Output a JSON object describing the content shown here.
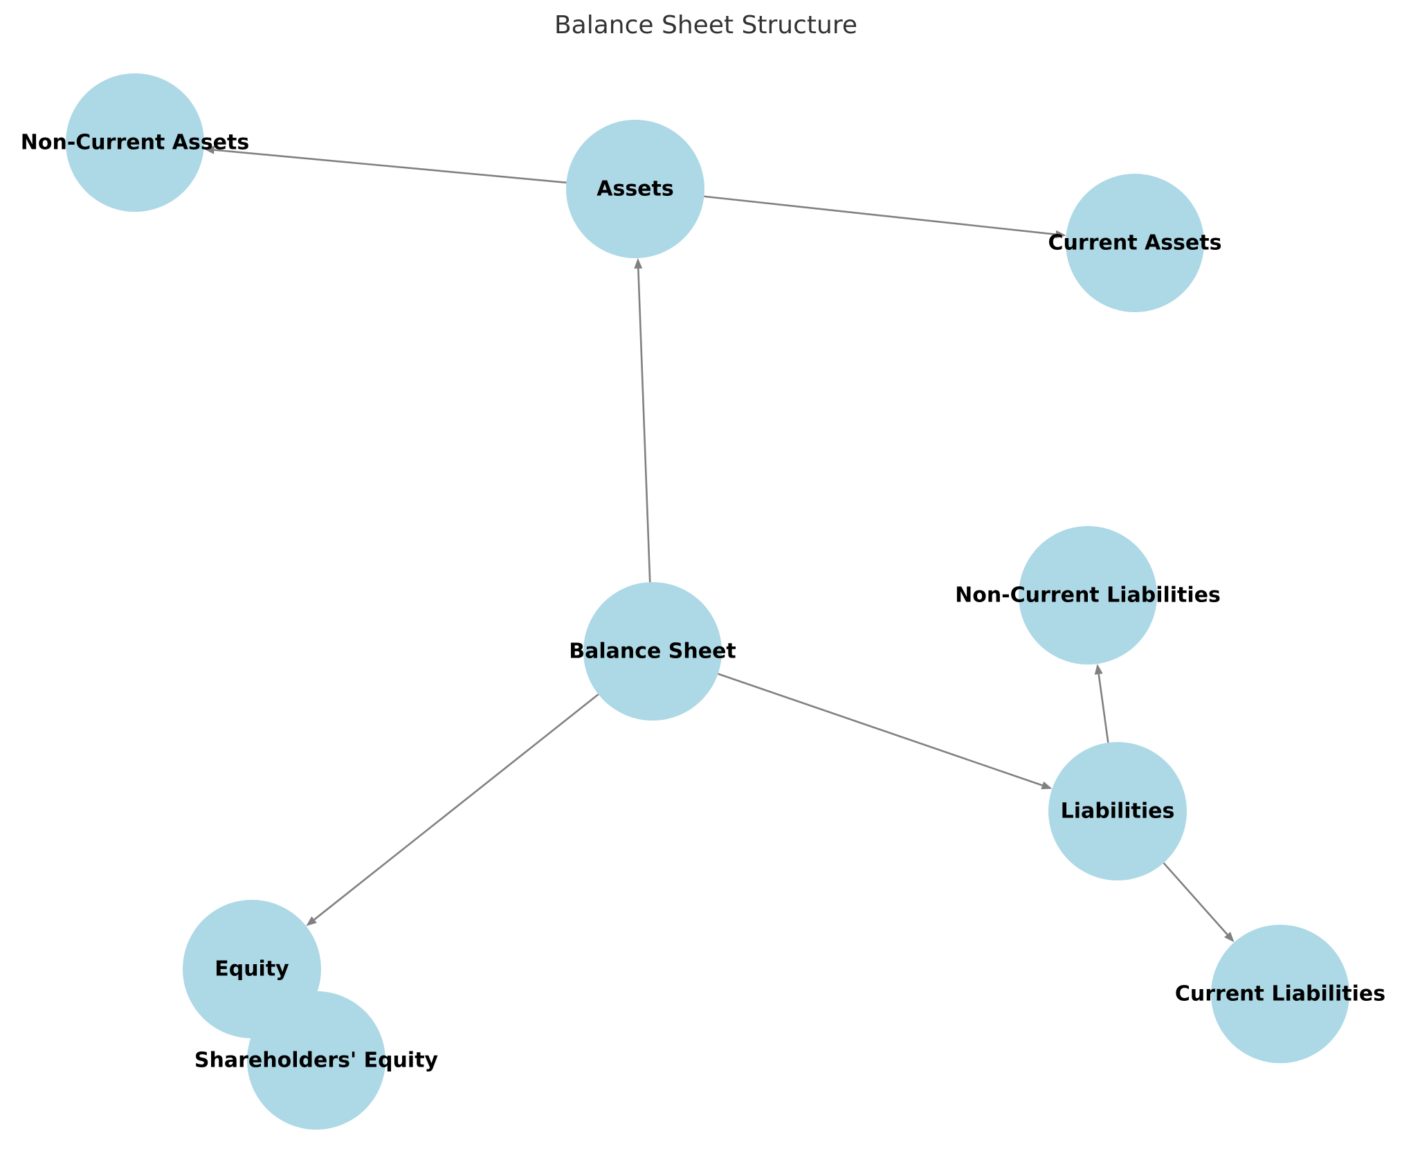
{
  "title": "Balance Sheet Structure",
  "colors": {
    "node_fill": "#add8e6",
    "edge": "#808080",
    "label": "#000000",
    "title": "#333333"
  },
  "nodes": [
    {
      "id": "non-current-assets",
      "label": "Non-Current Assets"
    },
    {
      "id": "assets",
      "label": "Assets"
    },
    {
      "id": "current-assets",
      "label": "Current Assets"
    },
    {
      "id": "non-current-liabilities",
      "label": "Non-Current Liabilities"
    },
    {
      "id": "balance-sheet",
      "label": "Balance Sheet"
    },
    {
      "id": "liabilities",
      "label": "Liabilities"
    },
    {
      "id": "equity",
      "label": "Equity"
    },
    {
      "id": "current-liabilities",
      "label": "Current Liabilities"
    },
    {
      "id": "shareholders-equity",
      "label": "Shareholders' Equity"
    }
  ],
  "edges": [
    {
      "from": "balance-sheet",
      "to": "assets"
    },
    {
      "from": "balance-sheet",
      "to": "liabilities"
    },
    {
      "from": "balance-sheet",
      "to": "equity"
    },
    {
      "from": "assets",
      "to": "current-assets"
    },
    {
      "from": "assets",
      "to": "non-current-assets"
    },
    {
      "from": "liabilities",
      "to": "current-liabilities"
    },
    {
      "from": "liabilities",
      "to": "non-current-liabilities"
    }
  ]
}
